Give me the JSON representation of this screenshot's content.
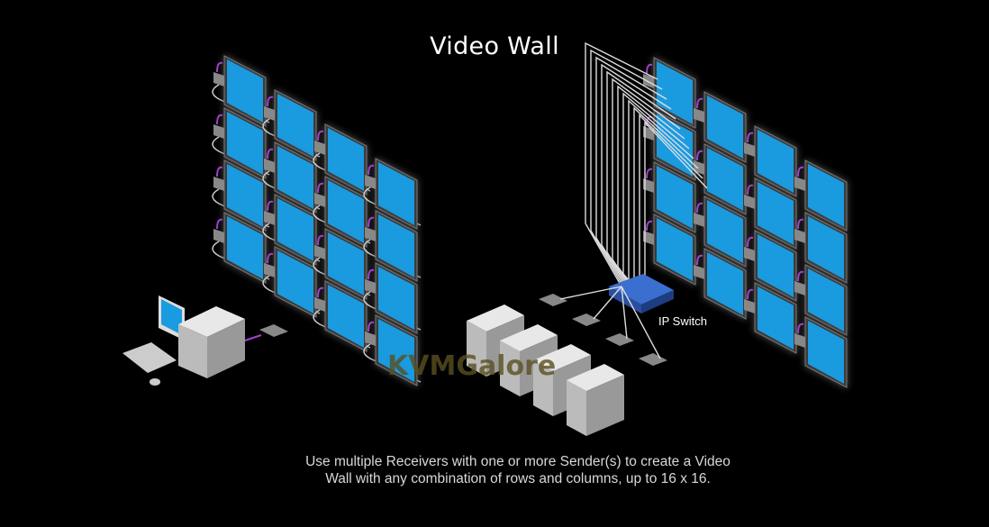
{
  "title": "Video Wall",
  "switch_label": "IP Switch",
  "caption_line1": "Use multiple Receivers with one or more Sender(s) to create a Video",
  "caption_line2": "Wall with any combination of rows and columns, up to 16 x 16.",
  "watermark": "KVMGalore",
  "left_wall": {
    "columns": 4,
    "rows": 4
  },
  "right_wall": {
    "columns": 4,
    "rows": 4
  },
  "receivers_count": 4,
  "colors": {
    "screen": "#1a9be0",
    "cable": "#cfcfcf",
    "hdmi": "#a040d0",
    "switch": "#3a6fd0"
  }
}
